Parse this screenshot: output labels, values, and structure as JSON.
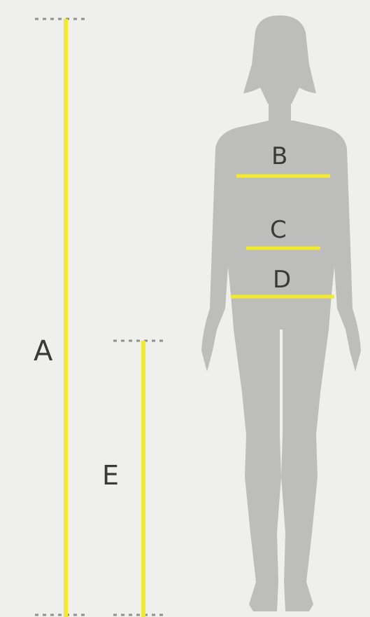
{
  "colors": {
    "background": "#efefed",
    "silhouette": "#bdbdbb",
    "measure_line": "#f2ea2a",
    "dash": "#8f8f8f",
    "label_text": "#3a3a3a"
  },
  "labels": {
    "a": "A",
    "b": "B",
    "c": "C",
    "d": "D",
    "e": "E"
  }
}
